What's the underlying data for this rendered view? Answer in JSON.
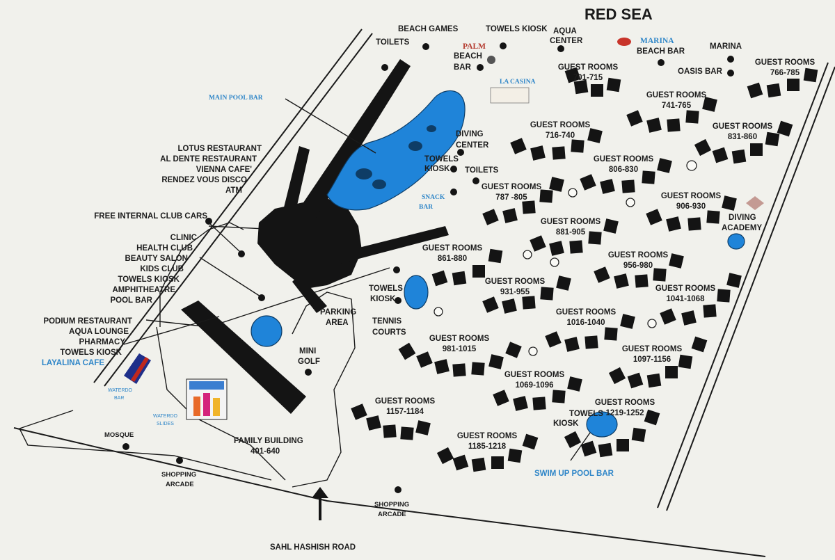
{
  "map": {
    "title": "RED SEA",
    "road": "SAHL HASHISH ROAD",
    "top_labels": {
      "beach_games": "BEACH GAMES",
      "toilets_top": "TOILETS",
      "towels_kiosk_top": "TOWELS KIOSK",
      "aqua_center": [
        "AQUA",
        "CENTER"
      ],
      "marina_beach_bar": [
        "MARINA",
        "BEACH BAR"
      ],
      "marina": "MARINA",
      "oasis_bar": "OASIS BAR",
      "palm_beach_bar": [
        "PALM",
        "BEACH",
        "BAR"
      ],
      "la_casina": "LA CASINA"
    },
    "left_labels": {
      "main_pool_bar": "MAIN POOL BAR",
      "restaurants": [
        "LOTUS RESTAURANT",
        "AL DENTE RESTAURANT",
        "VIENNA CAFE'",
        "RENDEZ VOUS DISCO",
        "ATM"
      ],
      "club_cars": "FREE INTERNAL CLUB CARS",
      "clinic_group": [
        "CLINIC",
        "HEALTH CLUB",
        "BEAUTY SALON",
        "KIDS CLUB",
        "TOWELS KIOSK",
        "AMPHITHEATRE",
        "POOL BAR"
      ],
      "podium_group": [
        "PODIUM RESTAURANT",
        "AQUA LOUNGE",
        "PHARMACY",
        "TOWELS KIOSK"
      ],
      "layalina_cafe": "LAYALINA CAFE",
      "waterdo_bar": [
        "WATERDO",
        "BAR"
      ],
      "waterdo_slides": [
        "WATERDO",
        "SLIDES"
      ],
      "mosque": "MOSQUE",
      "shopping_arcade_left": [
        "SHOPPING",
        "ARCADE"
      ],
      "shopping_arcade_bottom": [
        "SHOPPING",
        "ARCADE"
      ],
      "family_building": [
        "FAMILY BUILDING",
        "401-640"
      ]
    },
    "center_labels": {
      "diving_center": [
        "DIVING",
        "CENTER"
      ],
      "towels_kiosk_pool": [
        "TOWELS",
        "KIOSK"
      ],
      "toilets_mid": "TOILETS",
      "snack_bar": [
        "SNACK",
        "BAR"
      ],
      "towels_kiosk_mid": [
        "TOWELS",
        "KIOSK"
      ],
      "parking_area": [
        "PARKING",
        "AREA"
      ],
      "tennis_courts": [
        "TENNIS",
        "COURTS"
      ],
      "mini_golf": [
        "MINI",
        "GOLF"
      ],
      "towels_kiosk_lower": [
        "TOWELS",
        "KIOSK"
      ],
      "swim_up_pool_bar": "SWIM UP POOL BAR",
      "diving_academy": [
        "DIVING",
        "ACADEMY"
      ]
    },
    "guest_rooms_heading": "GUEST ROOMS",
    "guest_rooms": [
      "701-715",
      "766-785",
      "741-765",
      "716-740",
      "831-860",
      "806-830",
      "787 -805",
      "906-930",
      "881-905",
      "861-880",
      "956-980",
      "931-955",
      "1041-1068",
      "1016-1040",
      "981-1015",
      "1097-1156",
      "1069-1096",
      "1157-1184",
      "1219-1252",
      "1185-1218"
    ]
  },
  "colors": {
    "background": "#e9e9e4",
    "building": "#141414",
    "pool": "#1f84d9",
    "accent_red": "#b43a2e",
    "accent_blue_text": "#2f86c8"
  }
}
